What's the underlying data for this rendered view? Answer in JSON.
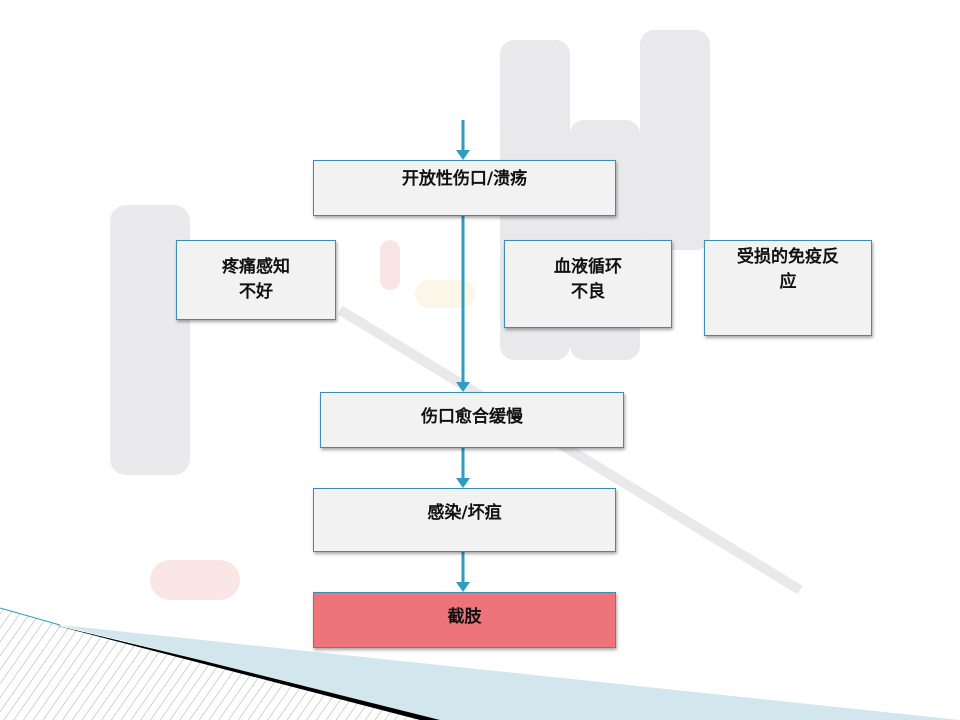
{
  "diagram": {
    "accent_color": "#2e9ec0",
    "nodes": {
      "open_wound": "开放性伤口/溃疡",
      "pain": "疼痛感知\n不好",
      "circulation": "血液循环\n不良",
      "immune": "受损的免疫反\n应",
      "slow_healing": "伤口愈合缓慢",
      "infection": "感染/坏疽",
      "amputation": "截肢"
    },
    "amputation_color": "#ec747a"
  }
}
